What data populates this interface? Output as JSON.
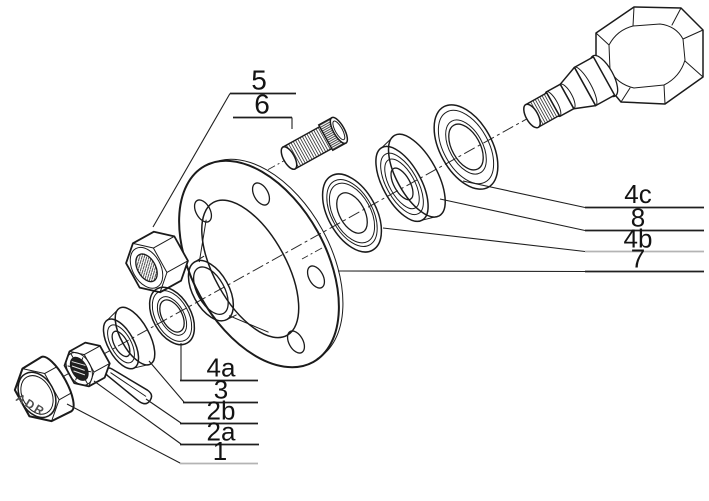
{
  "figure": {
    "kind": "exploded-parts-diagram",
    "background": "#ffffff",
    "line_color": "#1b1b1b",
    "muted_underline_color": "#b4b4b4",
    "cap_text": "ADR",
    "labels": {
      "n5": "5",
      "n6": "6",
      "n4c": "4c",
      "n8": "8",
      "n4b": "4b",
      "n7": "7",
      "n4a": "4a",
      "n3": "3",
      "n2b": "2b",
      "n2a": "2a",
      "n1": "1"
    }
  }
}
